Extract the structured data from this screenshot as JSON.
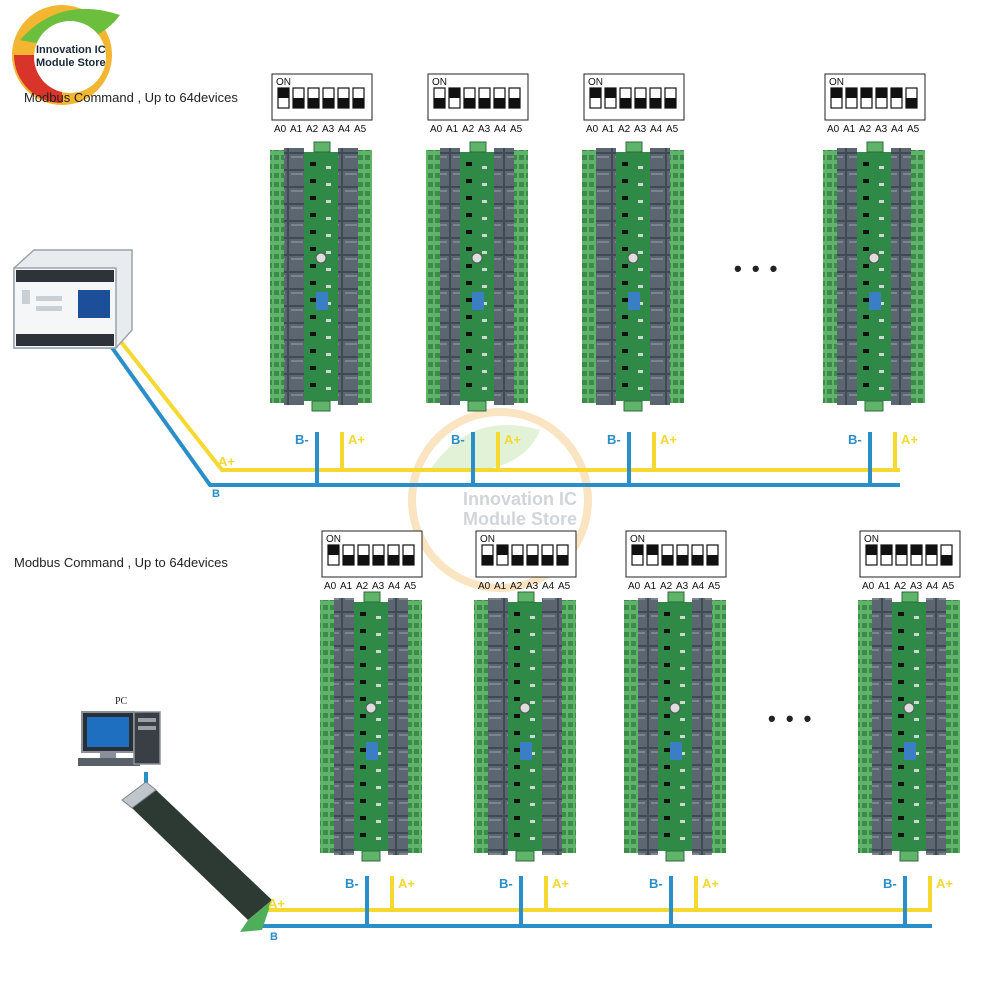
{
  "logo": {
    "line1": "Innovation IC",
    "line2": "Module Store",
    "colors": {
      "leaf": "#6bbf3c",
      "ring_red": "#d8342a",
      "ring_yellow": "#f2b632"
    }
  },
  "watermark": {
    "line1": "Innovation IC",
    "line2": "Module Store"
  },
  "top_section": {
    "caption": "Modbus Command , Up to 64devices",
    "master_device": "plc-controller",
    "bus_labels": {
      "a_plus": "A+",
      "b_minus": "B-",
      "b_tail": "B"
    },
    "ellipsis": "• • •",
    "boards": [
      {
        "switch_on": [
          true,
          false,
          false,
          false,
          false,
          false
        ]
      },
      {
        "switch_on": [
          false,
          true,
          false,
          false,
          false,
          false
        ]
      },
      {
        "switch_on": [
          true,
          true,
          false,
          false,
          false,
          false
        ]
      },
      {
        "switch_on": [
          true,
          true,
          true,
          true,
          true,
          false
        ]
      }
    ]
  },
  "bottom_section": {
    "caption": "Modbus Command , Up to 64devices",
    "master_device": "pc",
    "pc_label": "PC",
    "bus_labels": {
      "a_plus": "A+",
      "b_minus": "B-",
      "b_tail": "B"
    },
    "ellipsis": "• • •",
    "boards": [
      {
        "switch_on": [
          true,
          false,
          false,
          false,
          false,
          false
        ]
      },
      {
        "switch_on": [
          false,
          true,
          false,
          false,
          false,
          false
        ]
      },
      {
        "switch_on": [
          true,
          true,
          false,
          false,
          false,
          false
        ]
      },
      {
        "switch_on": [
          true,
          true,
          true,
          true,
          true,
          false
        ]
      }
    ]
  },
  "dip_switch": {
    "on_label": "ON",
    "pin_labels": [
      "A0",
      "A1",
      "A2",
      "A3",
      "A4",
      "A5"
    ]
  },
  "wire_colors": {
    "a_plus": "#f5d830",
    "b_minus": "#2a8ec8"
  }
}
